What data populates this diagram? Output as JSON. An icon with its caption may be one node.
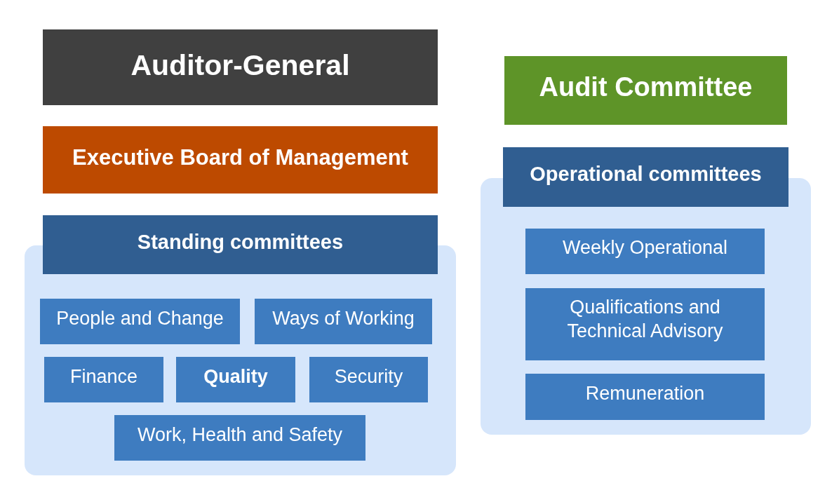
{
  "diagram": {
    "nodes": [
      {
        "text": [
          "Auditor-General"
        ]
      },
      {
        "text": [
          "Executive Board of Management"
        ]
      },
      {
        "text": [
          "Standing committees"
        ]
      },
      {
        "text": [],
        "shape": "box"
      },
      {
        "text": [
          "People and Change"
        ],
        "in": 3
      },
      {
        "text": [
          "Ways of Working"
        ],
        "in": 3
      },
      {
        "text": [
          "Finance"
        ],
        "in": 3
      },
      {
        "text": [
          "Quality"
        ],
        "in": 3
      },
      {
        "text": [
          "Security"
        ],
        "in": 3
      },
      {
        "text": [
          "Work, Health and Safety"
        ],
        "in": 3
      },
      {
        "text": [
          "Audit Committee"
        ]
      },
      {
        "text": [
          "Operational committees"
        ]
      },
      {
        "text": [],
        "shape": "box"
      },
      {
        "text": [
          "Weekly Operational"
        ],
        "in": 12
      },
      {
        "text": [
          "Qualifications and Technical Advisory"
        ],
        "in": 12
      },
      {
        "text": [
          "Remuneration"
        ],
        "in": 12
      }
    ]
  }
}
